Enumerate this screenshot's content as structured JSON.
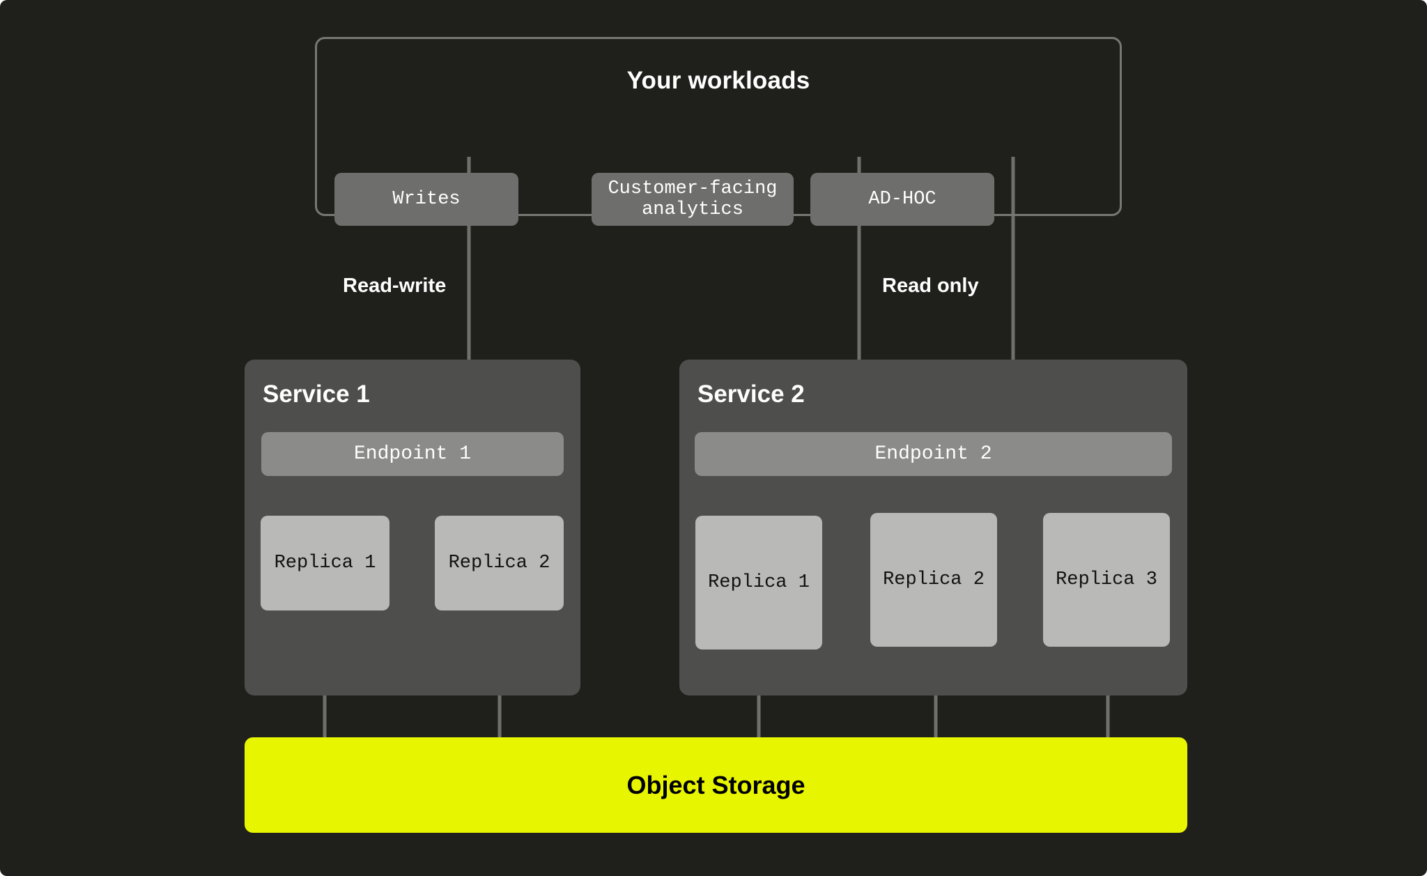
{
  "theme": {
    "canvas_bg": "#1f201b",
    "workload_border": "#777874",
    "pill_bg": "#6e6e6d",
    "service_bg": "#4e4e4d",
    "endpoint_bg": "#8b8b8a",
    "replica_bg": "#b9b9b8",
    "line_color": "#6f706c",
    "accent_yellow": "#e8f500",
    "text_light": "#ffffff",
    "text_dark": "#111111"
  },
  "workloads": {
    "title": "Your workloads",
    "items": [
      {
        "label": "Writes"
      },
      {
        "label": "Customer-facing analytics"
      },
      {
        "label": "AD-HOC"
      }
    ]
  },
  "flows": [
    {
      "label": "Read-write"
    },
    {
      "label": "Read only"
    }
  ],
  "services": [
    {
      "title": "Service 1",
      "endpoint": "Endpoint 1",
      "replicas": [
        {
          "label": "Replica 1"
        },
        {
          "label": "Replica 2"
        }
      ]
    },
    {
      "title": "Service 2",
      "endpoint": "Endpoint 2",
      "replicas": [
        {
          "label": "Replica 1"
        },
        {
          "label": "Replica 2"
        },
        {
          "label": "Replica 3"
        }
      ]
    }
  ],
  "storage": {
    "label": "Object Storage"
  }
}
